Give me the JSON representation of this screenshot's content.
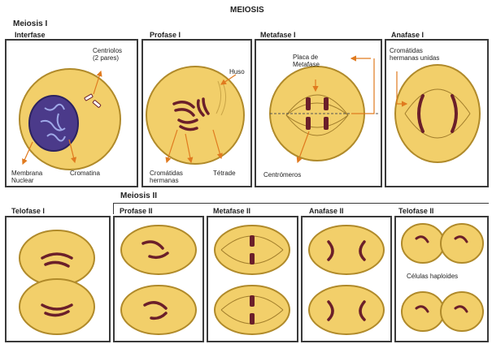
{
  "header": {
    "title": "MEIOSIS",
    "meiosis1": "Meiosis I",
    "meiosis2": "Meiosis II"
  },
  "phases": {
    "interfase": "Interfase",
    "profase1": "Profase I",
    "metafase1": "Metafase I",
    "anafase1": "Anafase I",
    "telofase1": "Telofase I",
    "profase2": "Profase II",
    "metafase2": "Metafase II",
    "anafase2": "Anafase II",
    "telofase2": "Telofase II"
  },
  "labels": {
    "centriolos": "Centriolos",
    "dos_pares": "(2 pares)",
    "membrana": "Membrana",
    "nuclear": "Nuclear",
    "cromatina": "Cromatina",
    "huso": "Huso",
    "cromatidas": "Cromátidas",
    "hermanas": "hermanas",
    "tetrade": "Tétrade",
    "placa": "Placa de",
    "metafase": "Metafase",
    "centromeros": "Centrómeros",
    "cromatidas_hermanas_unidas_1": "Cromátidas",
    "cromatidas_hermanas_unidas_2": "hermanas unidas",
    "celulas_haploides": "Células haploides"
  },
  "colors": {
    "cell_fill": "#f2cf6a",
    "cell_stroke": "#b08a2a",
    "chromosome": "#6b1f2a",
    "nucleus": "#4b3a8a",
    "arrow": "#e07a1f",
    "border": "#3a3a3a"
  }
}
